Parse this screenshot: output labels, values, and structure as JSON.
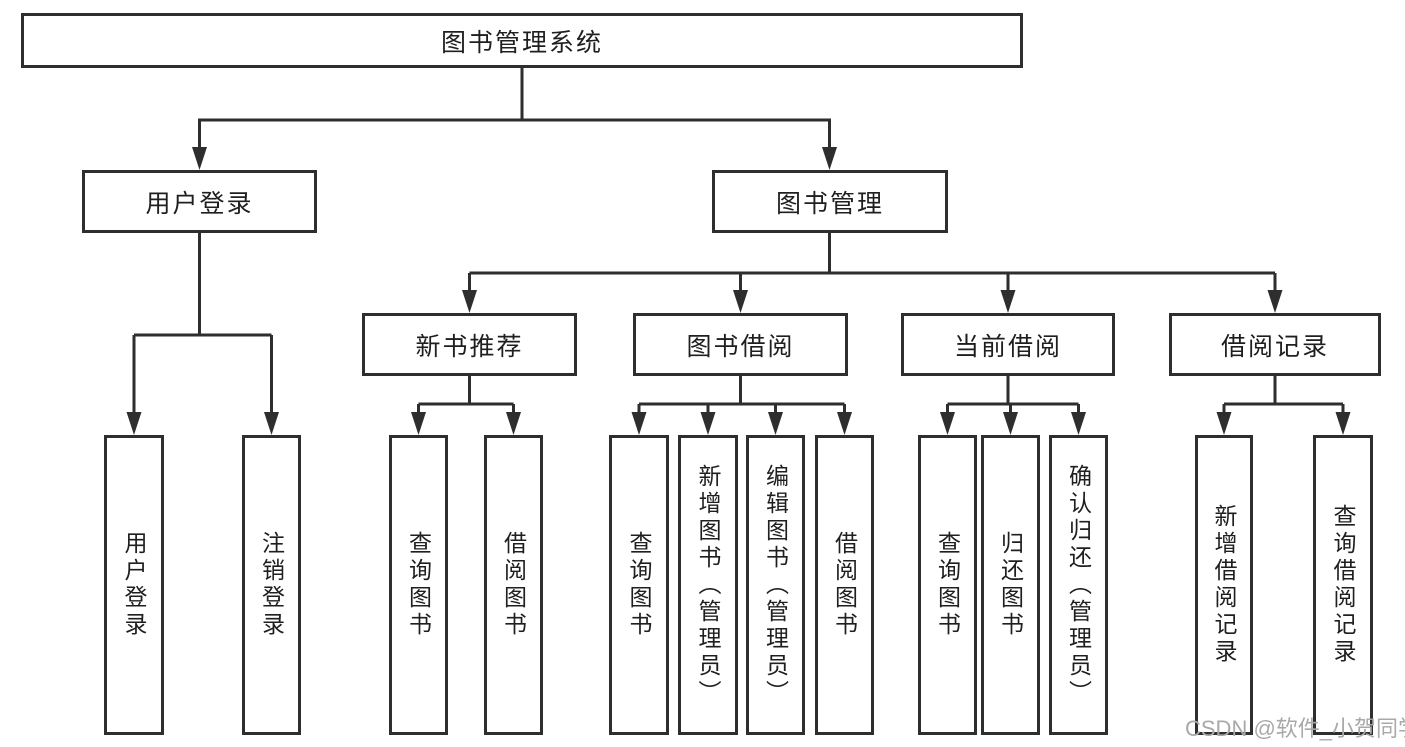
{
  "diagram": {
    "type": "hierarchy-diagram",
    "root": {
      "label": "图书管理系统"
    },
    "branches": [
      {
        "label": "用户登录",
        "children": [
          {
            "label": "用户登录"
          },
          {
            "label": "注销登录"
          }
        ]
      },
      {
        "label": "图书管理",
        "children": [
          {
            "label": "新书推荐",
            "children": [
              {
                "label": "查询图书"
              },
              {
                "label": "借阅图书"
              }
            ]
          },
          {
            "label": "图书借阅",
            "children": [
              {
                "label": "查询图书"
              },
              {
                "label": "新增图书（管理员）"
              },
              {
                "label": "编辑图书（管理员）"
              },
              {
                "label": "借阅图书"
              }
            ]
          },
          {
            "label": "当前借阅",
            "children": [
              {
                "label": "查询图书"
              },
              {
                "label": "归还图书"
              },
              {
                "label": "确认归还（管理员）"
              }
            ]
          },
          {
            "label": "借阅记录",
            "children": [
              {
                "label": "新增借阅记录"
              },
              {
                "label": "查询借阅记录"
              }
            ]
          }
        ]
      }
    ],
    "colors": {
      "line": "#2e2e2e",
      "box_border": "#2e2e2e",
      "box_fill": "#ffffff",
      "text": "#1f1f1f",
      "watermark": "#a9a9a9"
    },
    "watermark": "CSDN @软件_小贺同学"
  }
}
